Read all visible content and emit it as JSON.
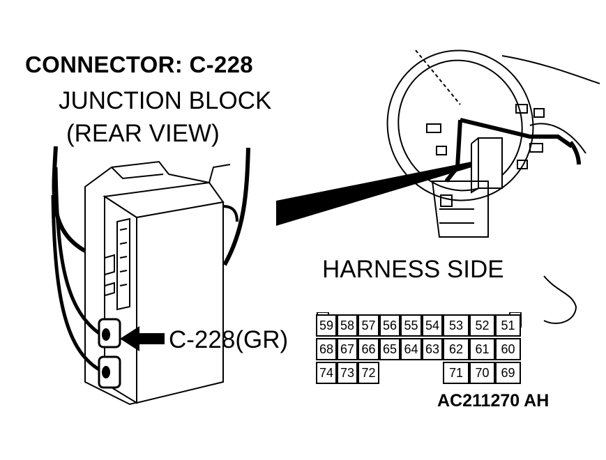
{
  "title": "CONNECTOR: C-228",
  "subtitle_line1": "JUNCTION BLOCK",
  "subtitle_line2": "(REAR VIEW)",
  "connector_callout": "C-228(GR)",
  "harness_label": "HARNESS SIDE",
  "figure_code": "AC211270 AH",
  "pin_rows": [
    [
      "59",
      "58",
      "57",
      "56",
      "55",
      "54",
      "53",
      "52",
      "51"
    ],
    [
      "68",
      "67",
      "66",
      "65",
      "64",
      "63",
      "62",
      "61",
      "60"
    ],
    [
      "74",
      "73",
      "72",
      "",
      "",
      "",
      "71",
      "70",
      "69"
    ]
  ],
  "icons": [
    "junction-block-drawing",
    "steering-column-drawing",
    "pointer-arrow"
  ]
}
